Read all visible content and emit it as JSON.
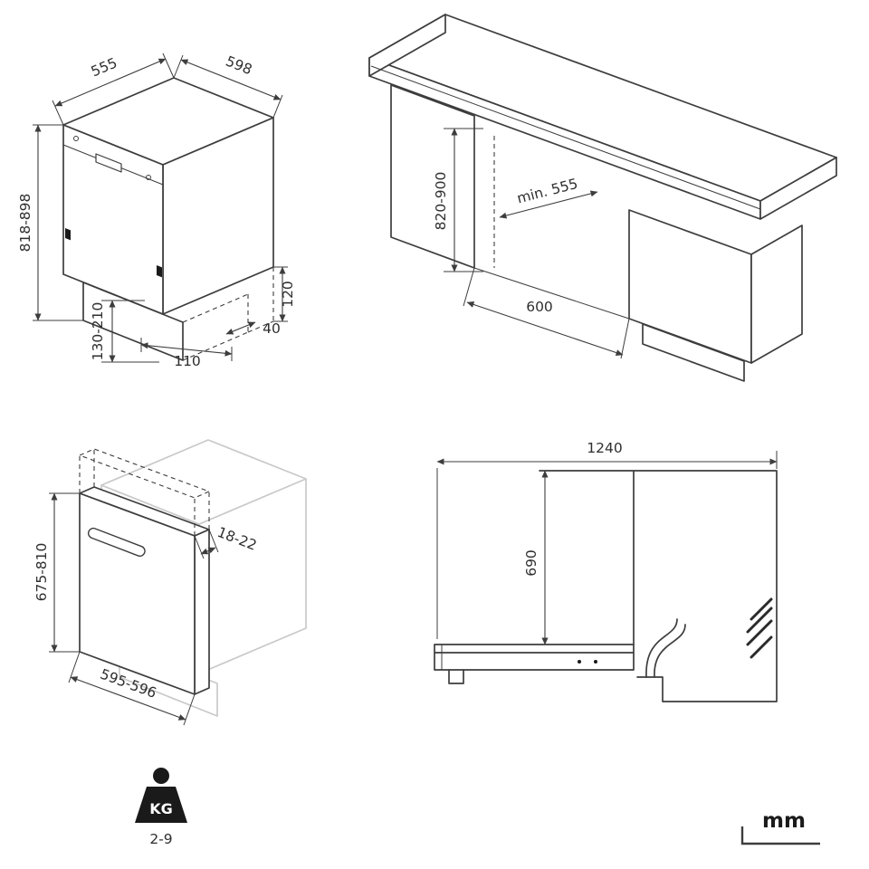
{
  "colors": {
    "line": "#3d3d3d",
    "ghost": "#c9c9c9",
    "background": "#ffffff"
  },
  "iso_view": {
    "width_top": "555",
    "depth_top": "598",
    "height": "818-898",
    "plinth_height": "130-210",
    "plinth_depth": "110",
    "recess_height": "120",
    "recess_depth": "40"
  },
  "niche_view": {
    "height": "820-900",
    "depth": "min. 555",
    "width": "600"
  },
  "panel_view": {
    "thickness": "18-22",
    "height": "675-810",
    "width": "595-596"
  },
  "open_door_view": {
    "total_depth": "1240",
    "door_height": "690"
  },
  "weight_icon": {
    "icon": "weight-kg-icon",
    "label": "KG",
    "value": "2-9"
  },
  "units": {
    "label": "mm"
  }
}
